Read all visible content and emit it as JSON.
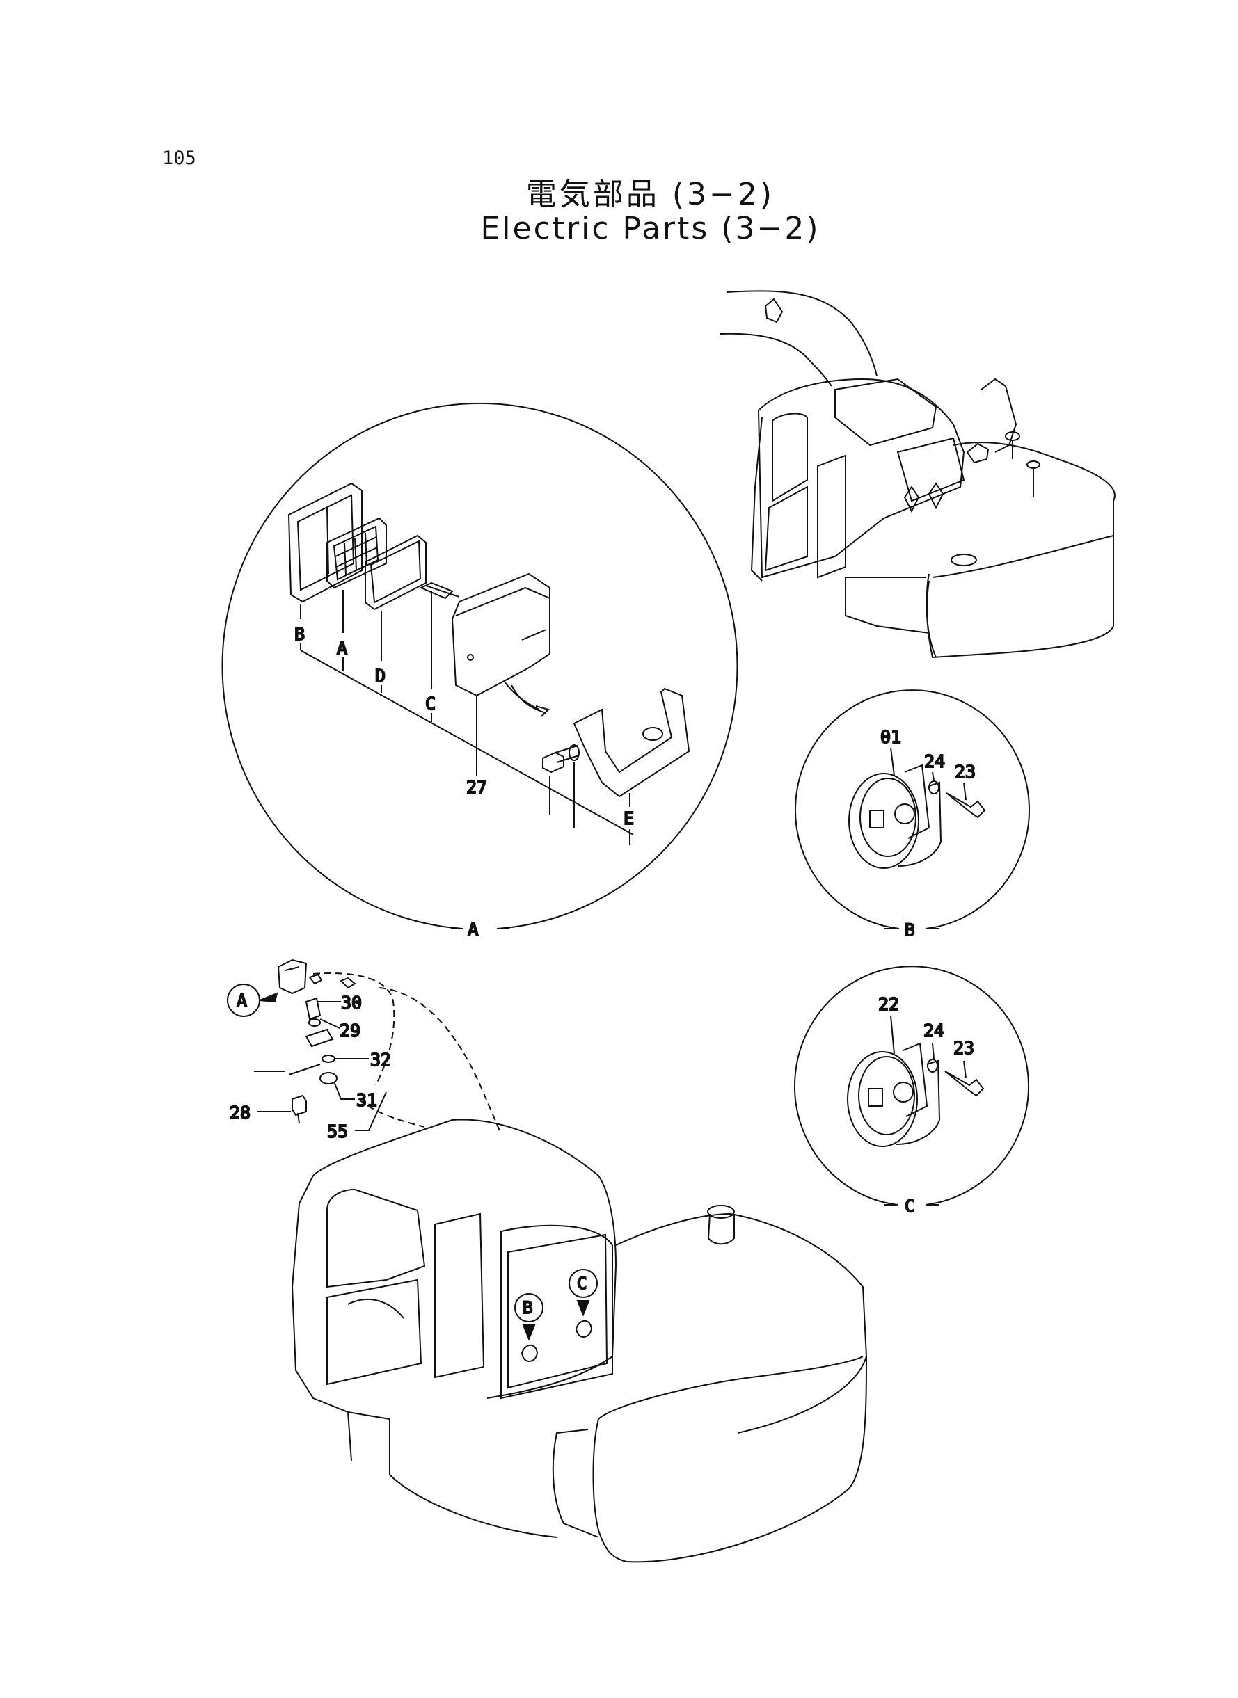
{
  "page_number": "105",
  "title_jp": "電気部品 (3−2)",
  "title_en": "Electric Parts (3−2)",
  "detail_a": {
    "circle_label": "A",
    "letters": {
      "b": "B",
      "a": "A",
      "d": "D",
      "c": "C",
      "e": "E"
    },
    "part_27": "27"
  },
  "detail_b": {
    "circle_label": "B",
    "parts": {
      "p01": "01",
      "p24": "24",
      "p23": "23"
    }
  },
  "detail_c": {
    "circle_label": "C",
    "parts": {
      "p22": "22",
      "p24": "24",
      "p23": "23"
    }
  },
  "main_view": {
    "marker_a": "A",
    "marker_b": "B",
    "marker_c": "C",
    "parts": {
      "p30": "30",
      "p29": "29",
      "p32": "32",
      "p31": "31",
      "p28": "28",
      "p55": "55"
    }
  }
}
